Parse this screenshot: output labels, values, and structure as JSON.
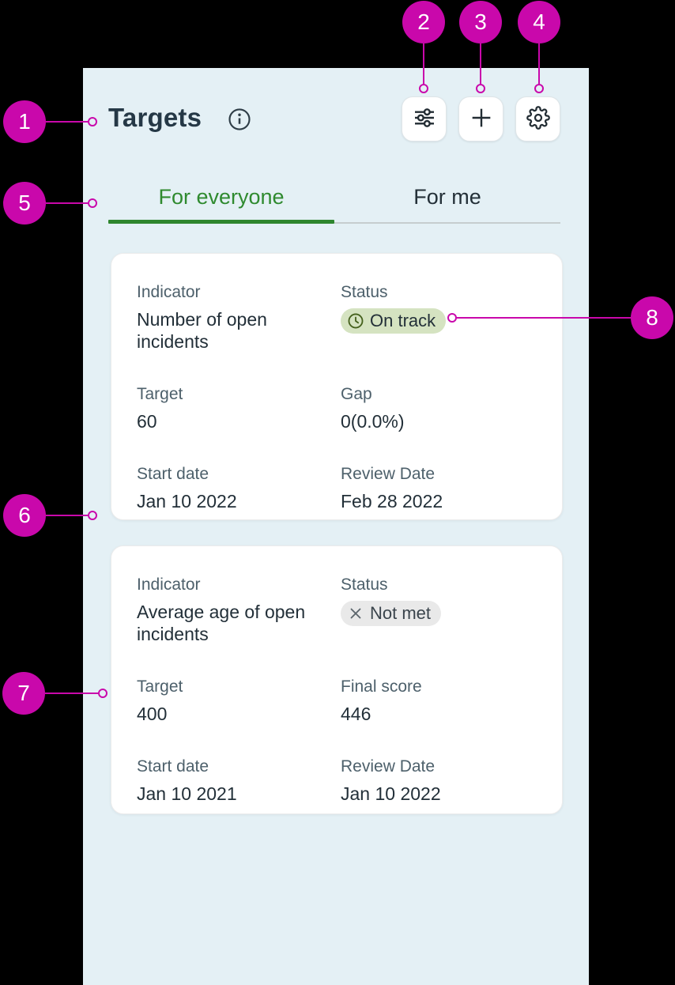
{
  "colors": {
    "accent_magenta": "#c908ab",
    "tab_green": "#2f8a2f",
    "panel_bg": "#e4f0f5",
    "pill_on_track_bg": "#d5e3c1",
    "pill_not_met_bg": "#e9e9e9"
  },
  "annotations": [
    "1",
    "2",
    "3",
    "4",
    "5",
    "6",
    "7",
    "8"
  ],
  "header": {
    "title": "Targets",
    "info_icon": "info-icon",
    "toolbar": [
      {
        "icon": "sliders-icon"
      },
      {
        "icon": "plus-icon"
      },
      {
        "icon": "gear-icon"
      }
    ]
  },
  "tabs": [
    {
      "label": "For everyone",
      "active": true
    },
    {
      "label": "For me",
      "active": false
    }
  ],
  "cards": [
    {
      "indicator_label": "Indicator",
      "indicator_value": "Number of open incidents",
      "status_label": "Status",
      "status": {
        "text": "On track",
        "icon": "clock-icon",
        "variant": "on-track"
      },
      "fields": [
        {
          "label": "Target",
          "value": "60"
        },
        {
          "label": "Gap",
          "value": "0(0.0%)"
        },
        {
          "label": "Start date",
          "value": "Jan 10 2022"
        },
        {
          "label": "Review Date",
          "value": "Feb 28 2022"
        }
      ]
    },
    {
      "indicator_label": "Indicator",
      "indicator_value": "Average age of open incidents",
      "status_label": "Status",
      "status": {
        "text": "Not met",
        "icon": "x-icon",
        "variant": "not-met"
      },
      "fields": [
        {
          "label": "Target",
          "value": "400"
        },
        {
          "label": "Final score",
          "value": "446"
        },
        {
          "label": "Start date",
          "value": "Jan 10 2021"
        },
        {
          "label": "Review Date",
          "value": "Jan 10 2022"
        }
      ]
    }
  ]
}
